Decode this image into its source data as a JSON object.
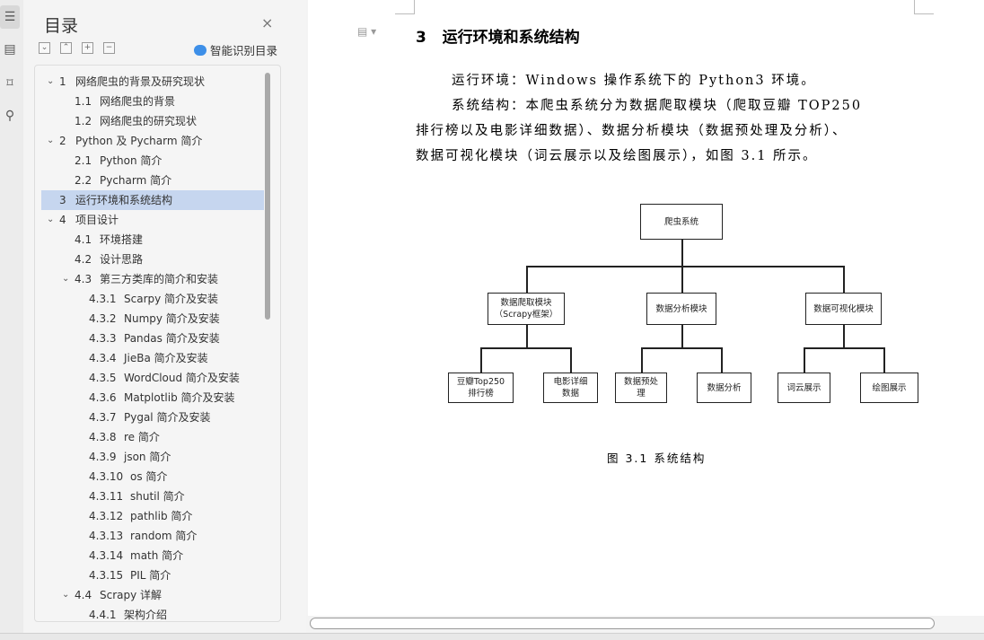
{
  "sidebar": {
    "title": "目录",
    "close": "×",
    "toolbar": [
      "⌄",
      "⌃",
      "+",
      "−"
    ],
    "smart_label": "智能识别目录",
    "items": [
      {
        "num": "1",
        "label": "网络爬虫的背景及研究现状",
        "level": 0,
        "caret": true
      },
      {
        "num": "1.1",
        "label": "网络爬虫的背景",
        "level": 1
      },
      {
        "num": "1.2",
        "label": "网络爬虫的研究现状",
        "level": 1
      },
      {
        "num": "2",
        "label": "Python 及 Pycharm 简介",
        "level": 0,
        "caret": true
      },
      {
        "num": "2.1",
        "label": "Python 简介",
        "level": 1
      },
      {
        "num": "2.2",
        "label": "Pycharm 简介",
        "level": 1
      },
      {
        "num": "3",
        "label": "运行环境和系统结构",
        "level": 0,
        "selected": true
      },
      {
        "num": "4",
        "label": "项目设计",
        "level": 0,
        "caret": true
      },
      {
        "num": "4.1",
        "label": "环境搭建",
        "level": 1
      },
      {
        "num": "4.2",
        "label": "设计思路",
        "level": 1
      },
      {
        "num": "4.3",
        "label": "第三方类库的简介和安装",
        "level": 1,
        "caret": true
      },
      {
        "num": "4.3.1",
        "label": "Scarpy 简介及安装",
        "level": 2
      },
      {
        "num": "4.3.2",
        "label": "Numpy 简介及安装",
        "level": 2
      },
      {
        "num": "4.3.3",
        "label": "Pandas 简介及安装",
        "level": 2
      },
      {
        "num": "4.3.4",
        "label": "JieBa 简介及安装",
        "level": 2
      },
      {
        "num": "4.3.5",
        "label": "WordCloud 简介及安装",
        "level": 2
      },
      {
        "num": "4.3.6",
        "label": "Matplotlib 简介及安装",
        "level": 2
      },
      {
        "num": "4.3.7",
        "label": "Pygal 简介及安装",
        "level": 2
      },
      {
        "num": "4.3.8",
        "label": "re 简介",
        "level": 2
      },
      {
        "num": "4.3.9",
        "label": "json 简介",
        "level": 2
      },
      {
        "num": "4.3.10",
        "label": "os 简介",
        "level": 2
      },
      {
        "num": "4.3.11",
        "label": "shutil 简介",
        "level": 2
      },
      {
        "num": "4.3.12",
        "label": "pathlib 简介",
        "level": 2
      },
      {
        "num": "4.3.13",
        "label": "random 简介",
        "level": 2
      },
      {
        "num": "4.3.14",
        "label": "math 简介",
        "level": 2
      },
      {
        "num": "4.3.15",
        "label": "PIL 简介",
        "level": 2
      },
      {
        "num": "4.4",
        "label": "Scrapy 详解",
        "level": 1,
        "caret": true
      },
      {
        "num": "4.4.1",
        "label": "架构介绍",
        "level": 2
      }
    ]
  },
  "document": {
    "heading": "3   运行环境和系统结构",
    "lines": [
      "运行环境：Windows 操作系统下的 Python3 环境。",
      "系统结构：本爬虫系统分为数据爬取模块（爬取豆瓣 TOP250",
      "排行榜以及电影详细数据）、数据分析模块（数据预处理及分析）、",
      "数据可视化模块（词云展示以及绘图展示），如图 3.1 所示。"
    ],
    "diagram": {
      "root": "爬虫系统",
      "modules": [
        "数据爬取模块\n（Scrapy框架）",
        "数据分析模块",
        "数据可视化模块"
      ],
      "leaves": [
        "豆瓣Top250\n排行榜",
        "电影详细\n数据",
        "数据预处\n理",
        "数据分析",
        "词云展示",
        "绘图展示"
      ]
    },
    "caption": "图 3.1 系统结构"
  }
}
